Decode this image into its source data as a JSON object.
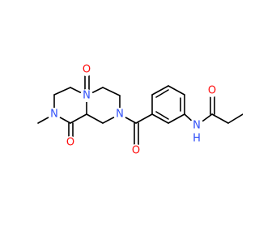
{
  "molecule": {
    "colors": {
      "bond": "#000000",
      "oxygen": "#ff0d0d",
      "nitrogen": "#3050f8",
      "background": "#ffffff"
    },
    "atoms": [
      {
        "id": "o_lactam_top",
        "element": "O",
        "text": "O"
      },
      {
        "id": "o_lactam_bottom",
        "element": "O",
        "text": "O"
      },
      {
        "id": "o_amide_mid",
        "element": "O",
        "text": "O"
      },
      {
        "id": "o_propanamide",
        "element": "O",
        "text": "O"
      },
      {
        "id": "n_methyl",
        "element": "N",
        "text": "N"
      },
      {
        "id": "n_bridgehead",
        "element": "N",
        "text": "N"
      },
      {
        "id": "n_piperazine",
        "element": "N",
        "text": "N"
      },
      {
        "id": "n_amide",
        "element": "N",
        "text": "N"
      },
      {
        "id": "h_amide",
        "element": "H",
        "text": "H"
      }
    ]
  }
}
